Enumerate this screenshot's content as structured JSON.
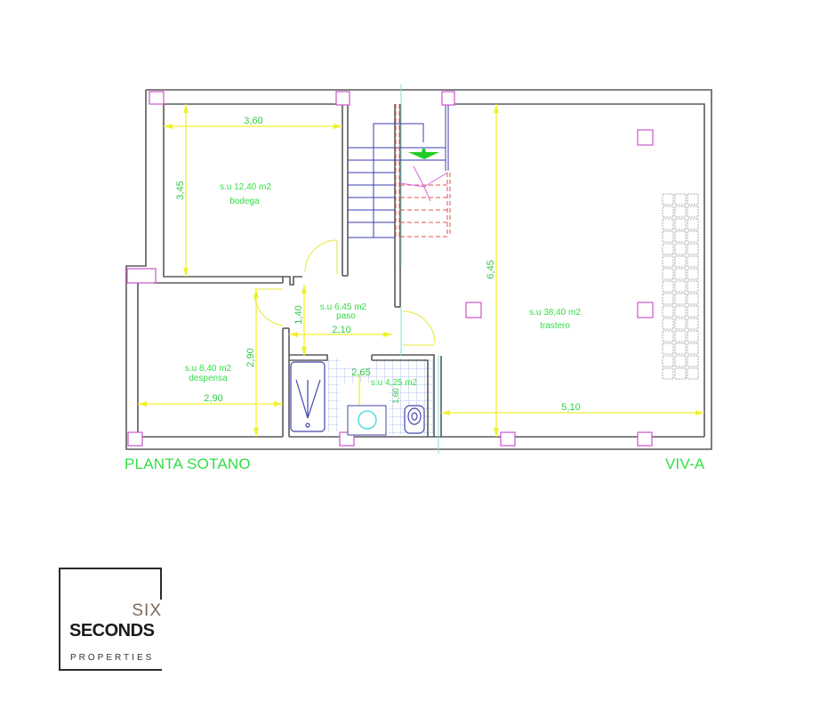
{
  "plan": {
    "title": "PLANTA SOTANO",
    "unit": "VIV-A",
    "rooms": [
      {
        "id": "bodega",
        "area": "s.u 12,40  m2",
        "name": "bodega",
        "dims": [
          "3,60",
          "3,45"
        ]
      },
      {
        "id": "paso",
        "area": "s.u 6,45  m2",
        "name": "paso",
        "dims": [
          "1,40",
          "2,10"
        ]
      },
      {
        "id": "despensa",
        "area": "s.u 8,40  m2",
        "name": "despensa",
        "dims": [
          "2,90",
          "2,90"
        ]
      },
      {
        "id": "bano",
        "area": "s.u 4,25  m2",
        "name": "",
        "dims": [
          "2,65",
          "1,60"
        ]
      },
      {
        "id": "trastero",
        "area": "s.u 38,40  m2",
        "name": "trastero",
        "dims": [
          "6,45",
          "5,10"
        ]
      }
    ],
    "colors": {
      "walls": "#555555",
      "dimensions": "#eeee33",
      "labels": "#33dd44",
      "columns": "#cc55cc",
      "stairs": "#3333aa",
      "stairs_hidden": "#dd5555",
      "fixtures": "#4444aa",
      "tiles": "#88aaee",
      "axis": "#66dddd",
      "arrow": "#22cc22"
    }
  },
  "logo": {
    "line1": "SIX",
    "line2": "SECONDS",
    "line3": "PROPERTIES"
  }
}
